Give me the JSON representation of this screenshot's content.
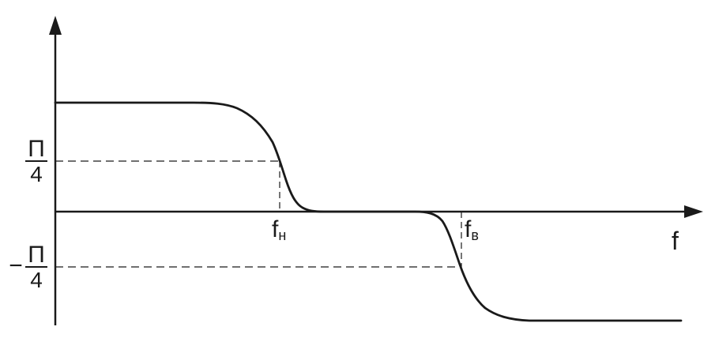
{
  "diagram": {
    "y_tick_pos_numerator": "П",
    "y_tick_pos_denominator": "4",
    "y_tick_neg_sign": "−",
    "y_tick_neg_numerator": "П",
    "y_tick_neg_denominator": "4",
    "f_low_base": "f",
    "f_low_sub": "н",
    "f_high_base": "f",
    "f_high_sub": "в",
    "x_axis_label": "f"
  },
  "colors": {
    "stroke": "#1a1a1a",
    "background": "#ffffff"
  }
}
